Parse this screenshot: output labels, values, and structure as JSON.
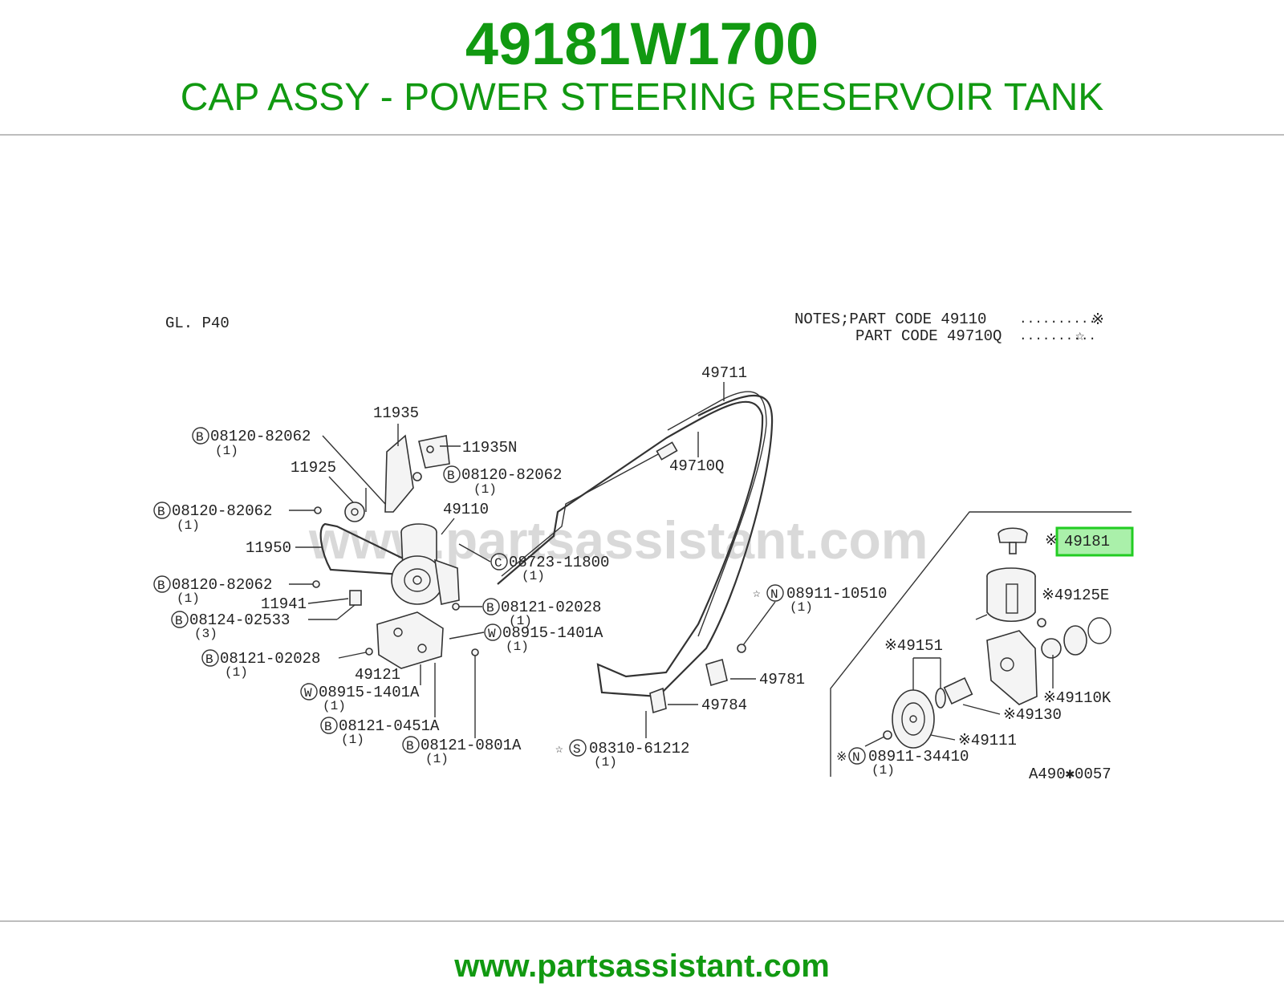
{
  "header": {
    "part_number": "49181W1700",
    "part_name": "CAP ASSY - POWER STEERING RESERVOIR TANK"
  },
  "colors": {
    "brand_green": "#119911",
    "highlight_border": "#22cc22",
    "highlight_fill": "#aaf0aa",
    "rule": "#bdbdbd"
  },
  "diagram": {
    "page_ref": "GL. P40",
    "notes_title": "NOTES;PART CODE 49110",
    "notes_mark1": "※",
    "notes_line2": "PART CODE 49710Q",
    "notes_mark2": "☆",
    "watermark": "www.partsassistant.com",
    "figure_code": "A490✱0057",
    "highlight": {
      "mark": "※",
      "label": "49181"
    },
    "callouts": {
      "p49711": "49711",
      "p11935": "11935",
      "p11935n": "11935N",
      "p49710q": "49710Q",
      "b_08120_a": {
        "code": "B",
        "num": "08120-82062",
        "qty": "(1)"
      },
      "b_08120_b": {
        "code": "B",
        "num": "08120-82062",
        "qty": "(1)"
      },
      "b_08120_c": {
        "code": "B",
        "num": "08120-82062",
        "qty": "(1)"
      },
      "b_08120_d": {
        "code": "B",
        "num": "08120-82062",
        "qty": "(1)"
      },
      "p11925": "11925",
      "p49110": "49110",
      "p11950": "11950",
      "c_08723": {
        "code": "C",
        "num": "08723-11800",
        "qty": "(1)"
      },
      "p11941": "11941",
      "b_08121_02028_a": {
        "code": "B",
        "num": "08121-02028",
        "qty": "(1)"
      },
      "b_08124": {
        "code": "B",
        "num": "08124-02533",
        "qty": "(3)"
      },
      "w_08915_a": {
        "code": "W",
        "num": "08915-1401A",
        "qty": "(1)"
      },
      "b_08121_02028_b": {
        "code": "B",
        "num": "08121-02028",
        "qty": "(1)"
      },
      "p49121": "49121",
      "w_08915_b": {
        "code": "W",
        "num": "08915-1401A",
        "qty": "(1)"
      },
      "b_08121_0451": {
        "code": "B",
        "num": "08121-0451A",
        "qty": "(1)"
      },
      "b_08121_0801": {
        "code": "B",
        "num": "08121-0801A",
        "qty": "(1)"
      },
      "n_08911_10510": {
        "mark": "☆",
        "code": "N",
        "num": "08911-10510",
        "qty": "(1)"
      },
      "p49781": "49781",
      "p49784": "49784",
      "s_08310": {
        "mark": "☆",
        "code": "S",
        "num": "08310-61212",
        "qty": "(1)"
      },
      "p49125e": "※49125E",
      "p49151": "※49151",
      "p49110k": "※49110K",
      "p49130": "※49130",
      "p49111": "※49111",
      "n_08911_34410": {
        "mark": "※",
        "code": "N",
        "num": "08911-34410",
        "qty": "(1)"
      }
    }
  },
  "footer": {
    "url": "www.partsassistant.com"
  }
}
